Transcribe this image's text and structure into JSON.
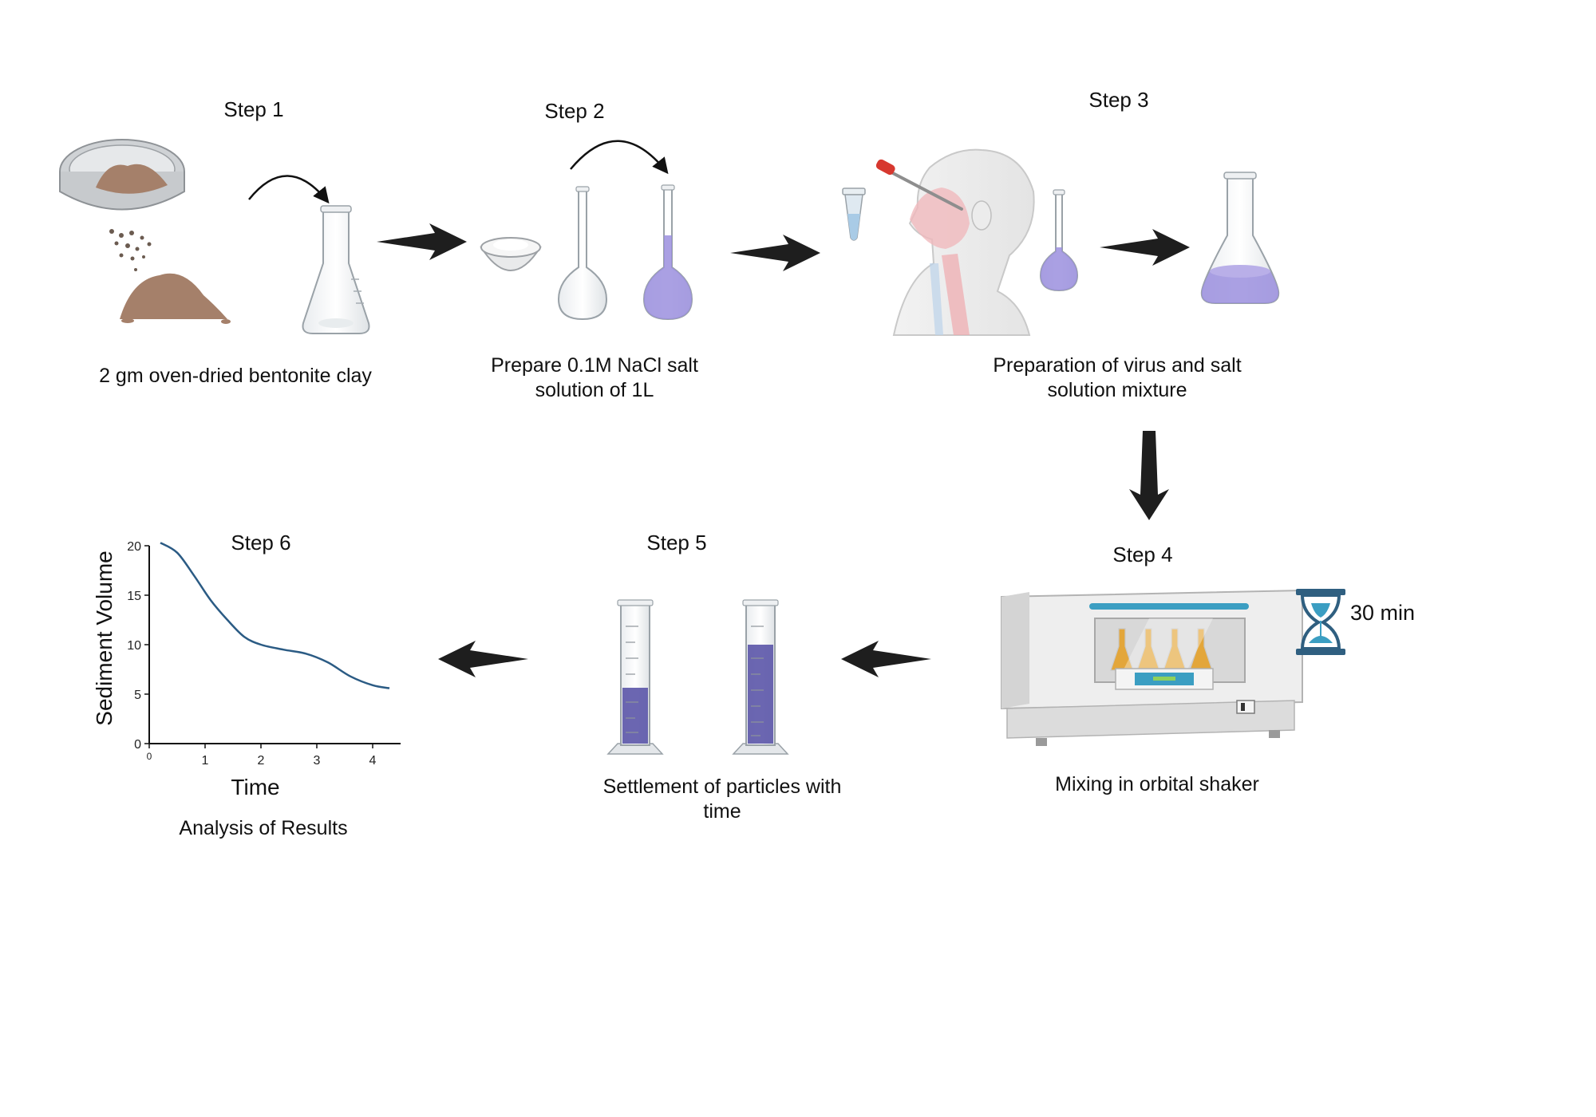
{
  "steps": {
    "step1": {
      "title": "Step 1",
      "caption": "2 gm oven-dried bentonite clay"
    },
    "step2": {
      "title": "Step 2",
      "caption_line1": "Prepare 0.1M NaCl salt",
      "caption_line2": "solution of 1L"
    },
    "step3": {
      "title": "Step 3",
      "caption_line1": "Preparation of virus and salt",
      "caption_line2": "solution mixture"
    },
    "step4": {
      "title": "Step 4",
      "caption": "Mixing in orbital shaker",
      "timer": "30 min"
    },
    "step5": {
      "title": "Step 5",
      "caption_line1": "Settlement of particles with",
      "caption_line2": "time"
    },
    "step6": {
      "title": "Step 6",
      "caption": "Analysis of Results"
    }
  },
  "colors": {
    "arrow": "#1e1e1e",
    "solution": "#9b8fde",
    "solution_dark": "#5b55a8",
    "clay": "#a5806a",
    "curve": "#2b5b84",
    "hourglass": "#2f5f80"
  },
  "chart_data": {
    "type": "line",
    "xlabel": "Time",
    "ylabel": "Sediment Volume",
    "xlim": [
      0,
      4.5
    ],
    "ylim": [
      0,
      20
    ],
    "xticks": [
      "0",
      "1",
      "2",
      "3",
      "4"
    ],
    "yticks": [
      "0",
      "5",
      "10",
      "15",
      "20"
    ],
    "series": [
      {
        "x": [
          0.2,
          0.5,
          0.8,
          1.1,
          1.4,
          1.7,
          2.0,
          2.4,
          2.8,
          3.2,
          3.6,
          4.0,
          4.3
        ],
        "y": [
          20.3,
          19.3,
          17.0,
          14.5,
          12.5,
          10.8,
          10.0,
          9.5,
          9.1,
          8.2,
          6.8,
          5.9,
          5.6
        ]
      }
    ]
  }
}
